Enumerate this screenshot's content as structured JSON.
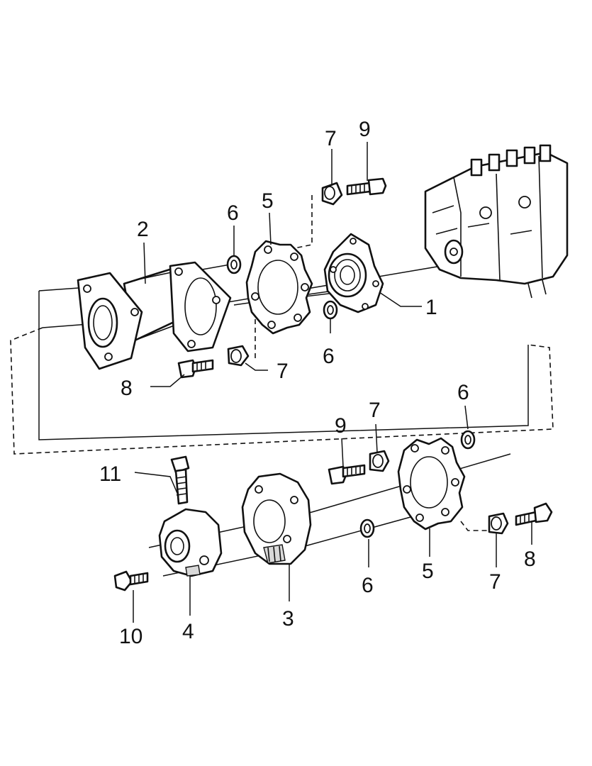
{
  "diagram": {
    "callouts": {
      "c1": "1",
      "c2": "2",
      "c3": "3",
      "c4": "4",
      "c5_top": "5",
      "c5_bottom": "5",
      "c6_top_upper": "6",
      "c6_top_lower": "6",
      "c6_bottom_right": "6",
      "c6_bottom_lower": "6",
      "c7_top": "7",
      "c7_mid": "7",
      "c7_bottom_upper": "7",
      "c7_bottom_lower": "7",
      "c8_mid": "8",
      "c8_bottom": "8",
      "c9_top": "9",
      "c9_bottom": "9",
      "c10": "10",
      "c11": "11"
    }
  }
}
